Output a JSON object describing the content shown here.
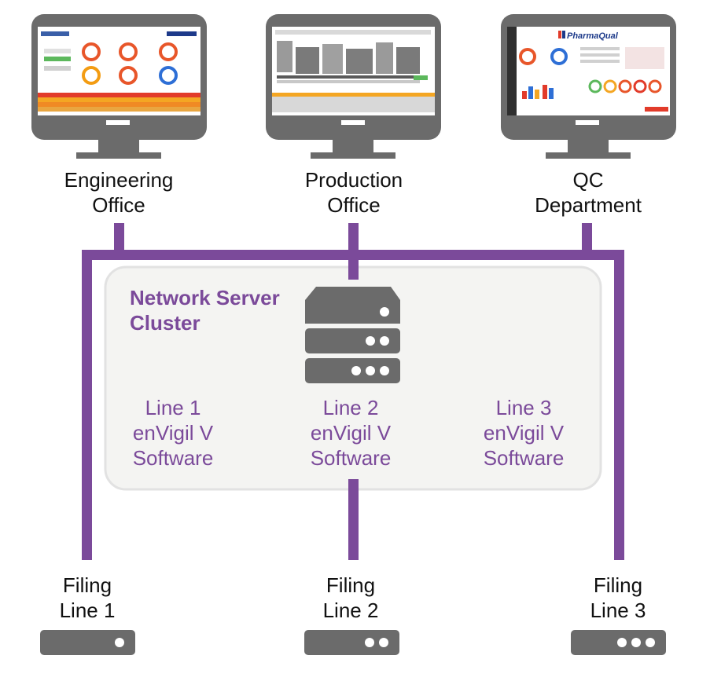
{
  "colors": {
    "network_line": "#7b4a9a",
    "device_gray": "#6b6b6b",
    "cluster_fill": "#f4f4f2",
    "cluster_border": "#e2e2e2",
    "label_text": "#111111",
    "software_text": "#7b4a9a"
  },
  "workstations": [
    {
      "line1": "Engineering",
      "line2": "Office",
      "icon": "monitor-icon",
      "screen": "dashboard-gauges"
    },
    {
      "line1": "Production",
      "line2": "Office",
      "icon": "monitor-icon",
      "screen": "process-schematic"
    },
    {
      "line1": "QC",
      "line2": "Department",
      "icon": "monitor-icon",
      "screen": "pharmaqual-dashboard"
    }
  ],
  "screen_brand": "PharmaQual",
  "cluster": {
    "title_line1": "Network Server",
    "title_line2": "Cluster",
    "icon": "server-stack-icon",
    "software": [
      {
        "line1": "Line 1",
        "line2": "enVigil V",
        "line3": "Software"
      },
      {
        "line1": "Line 2",
        "line2": "enVigil V",
        "line3": "Software"
      },
      {
        "line1": "Line 3",
        "line2": "enVigil V",
        "line3": "Software"
      }
    ]
  },
  "filling_lines": [
    {
      "line1": "Filing",
      "line2": "Line 1",
      "icon": "device-icon",
      "dots": 1
    },
    {
      "line1": "Filing",
      "line2": "Line 2",
      "icon": "device-icon",
      "dots": 2
    },
    {
      "line1": "Filing",
      "line2": "Line 3",
      "icon": "device-icon",
      "dots": 3
    }
  ]
}
